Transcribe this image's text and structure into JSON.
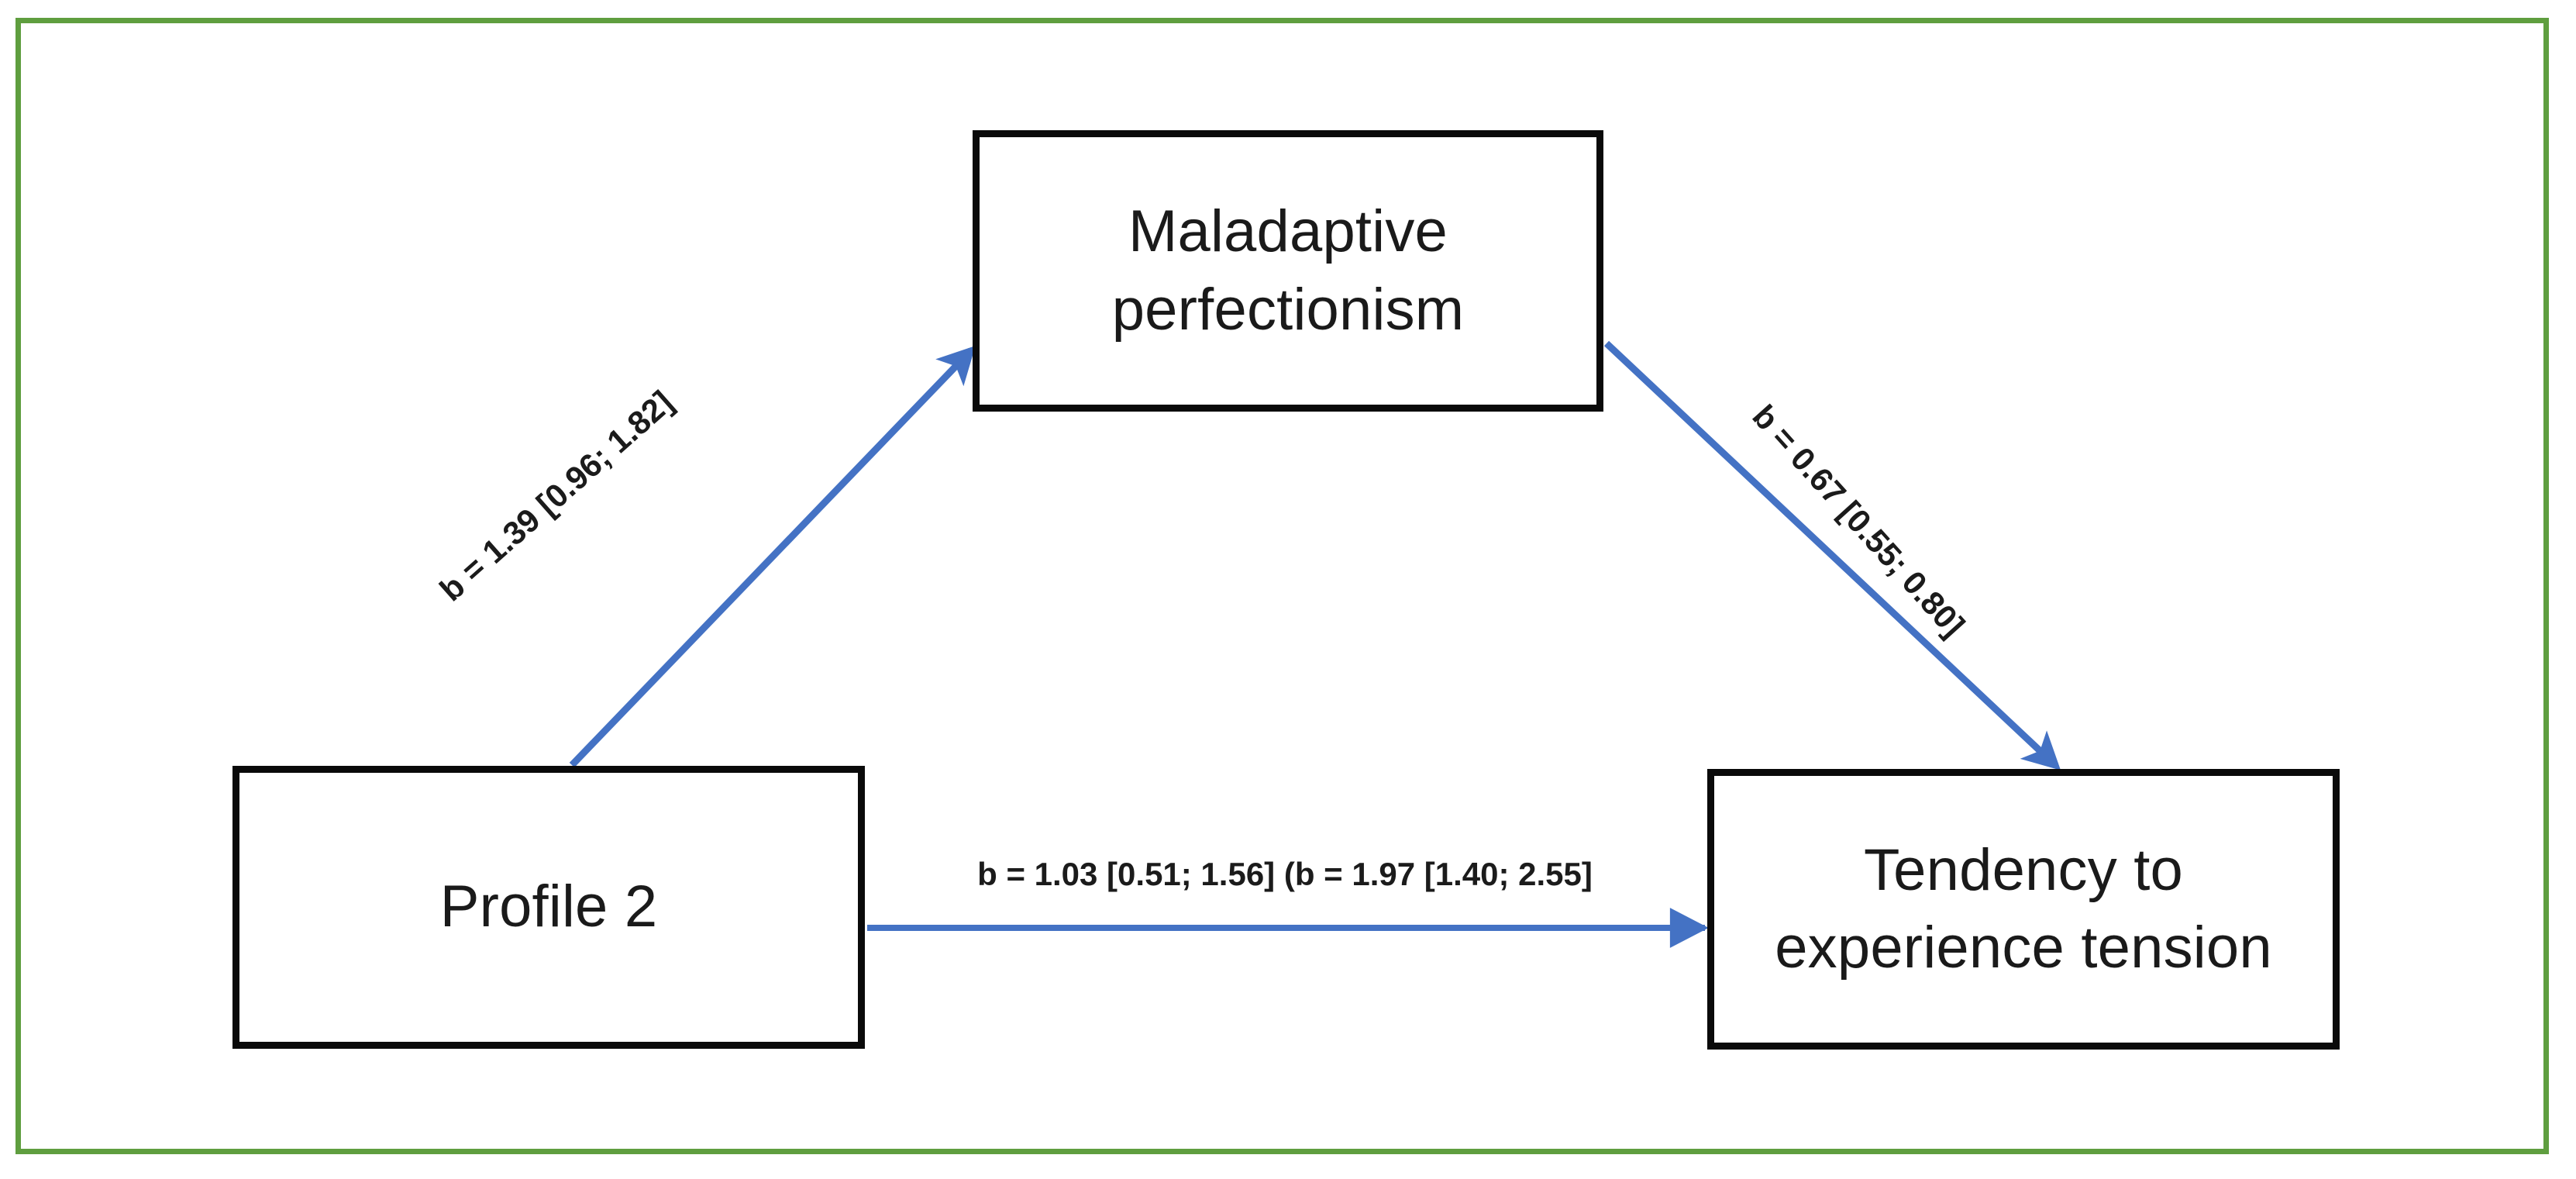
{
  "figure": {
    "type": "path-diagram",
    "frame_color": "#5F9E3F",
    "arrow_color": "#4472C4",
    "box_border_color": "#0A0A0A",
    "text_color": "#1A1A1A"
  },
  "nodes": [
    {
      "id": "maladaptive-perfectionism",
      "label": "Maladaptive\nperfectionism",
      "role": "mediator",
      "position": "top-center"
    },
    {
      "id": "profile-2",
      "label": "Profile 2",
      "role": "predictor",
      "position": "bottom-left"
    },
    {
      "id": "tendency-to-experience-tension",
      "label": "Tendency to\nexperience tension",
      "role": "outcome",
      "position": "bottom-right"
    }
  ],
  "edges": [
    {
      "id": "a-path",
      "from": "profile-2",
      "to": "maladaptive-perfectionism",
      "label": "b = 1.39 [0.96; 1.82]",
      "coefficient": 1.39,
      "ci_lower": 0.96,
      "ci_upper": 1.82
    },
    {
      "id": "b-path",
      "from": "maladaptive-perfectionism",
      "to": "tendency-to-experience-tension",
      "label": "b = 0.67 [0.55; 0.80]",
      "coefficient": 0.67,
      "ci_lower": 0.55,
      "ci_upper": 0.8
    },
    {
      "id": "c-path",
      "from": "profile-2",
      "to": "tendency-to-experience-tension",
      "label": "b = 1.03 [0.51; 1.56] (b = 1.97 [1.40; 2.55]",
      "coefficient": 1.03,
      "ci_lower": 0.51,
      "ci_upper": 1.56,
      "total_coefficient": 1.97,
      "total_ci_lower": 1.4,
      "total_ci_upper": 2.55
    }
  ],
  "chart_data": {
    "type": "diagram",
    "title": "",
    "categories": [
      "a-path",
      "b-path",
      "c-path",
      "c-total-path"
    ],
    "values": [
      1.39,
      0.67,
      1.03,
      1.97
    ],
    "series": [
      {
        "name": "coefficient",
        "values": [
          1.39,
          0.67,
          1.03,
          1.97
        ]
      },
      {
        "name": "ci_lower",
        "values": [
          0.96,
          0.55,
          0.51,
          1.4
        ]
      },
      {
        "name": "ci_upper",
        "values": [
          1.82,
          0.8,
          1.56,
          2.55
        ]
      }
    ],
    "annotations": [
      "b = 1.39 [0.96; 1.82]",
      "b = 0.67 [0.55; 0.80]",
      "b = 1.03 [0.51; 1.56] (b = 1.97 [1.40; 2.55]"
    ],
    "xlabel": "",
    "ylabel": "",
    "legend": []
  }
}
